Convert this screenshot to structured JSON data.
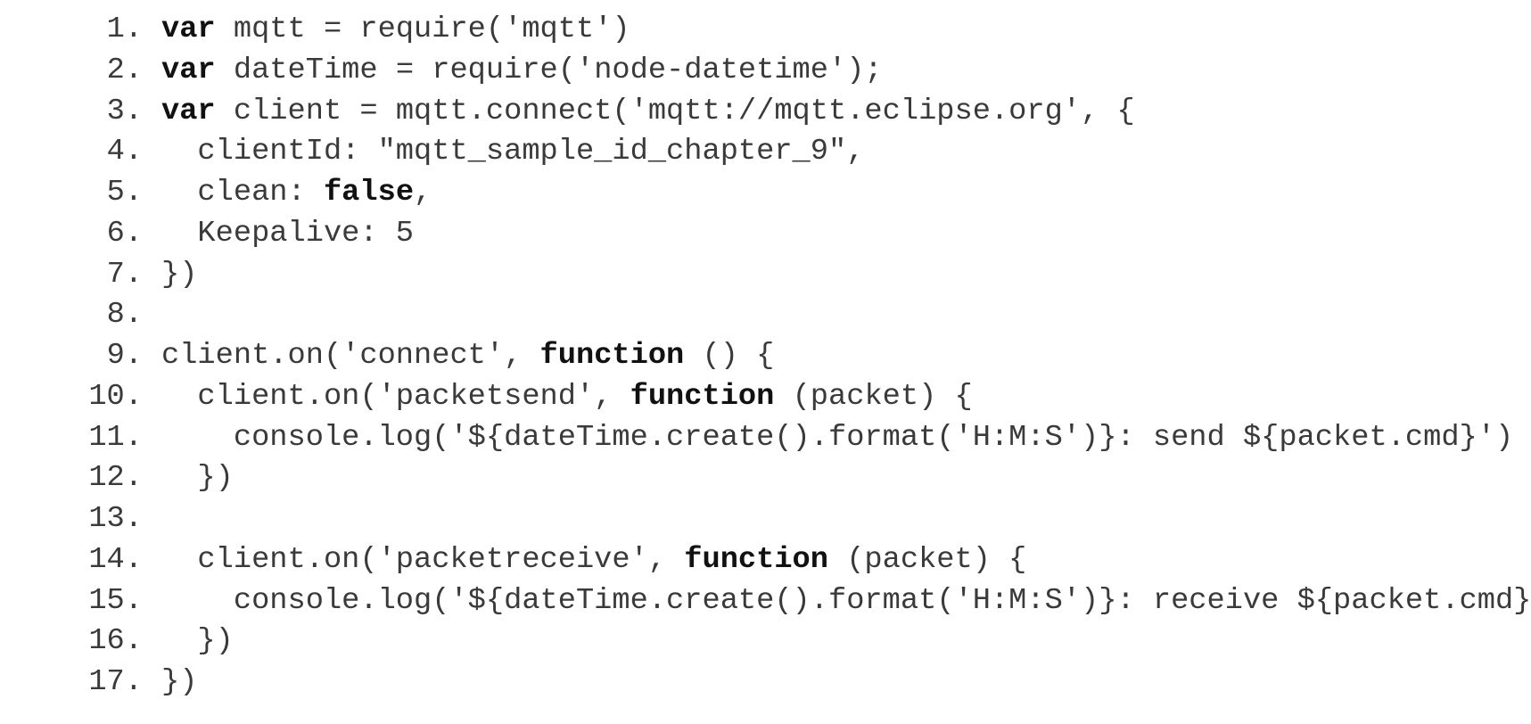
{
  "listing": {
    "lines": [
      {
        "number": "1.",
        "segments": [
          {
            "text": "var",
            "bold": true
          },
          {
            "text": " mqtt = require('mqtt')",
            "bold": false
          }
        ]
      },
      {
        "number": "2.",
        "segments": [
          {
            "text": "var",
            "bold": true
          },
          {
            "text": " dateTime = require('node-datetime');",
            "bold": false
          }
        ]
      },
      {
        "number": "3.",
        "segments": [
          {
            "text": "var",
            "bold": true
          },
          {
            "text": " client = mqtt.connect('mqtt://mqtt.eclipse.org', {",
            "bold": false
          }
        ]
      },
      {
        "number": "4.",
        "segments": [
          {
            "text": "  clientId: \"mqtt_sample_id_chapter_9\",",
            "bold": false
          }
        ]
      },
      {
        "number": "5.",
        "segments": [
          {
            "text": "  clean: ",
            "bold": false
          },
          {
            "text": "false",
            "bold": true
          },
          {
            "text": ",",
            "bold": false
          }
        ]
      },
      {
        "number": "6.",
        "segments": [
          {
            "text": "  Keepalive: 5",
            "bold": false
          }
        ]
      },
      {
        "number": "7.",
        "segments": [
          {
            "text": "})",
            "bold": false
          }
        ]
      },
      {
        "number": "8.",
        "segments": []
      },
      {
        "number": "9.",
        "segments": [
          {
            "text": "client.on('connect', ",
            "bold": false
          },
          {
            "text": "function",
            "bold": true
          },
          {
            "text": " () {",
            "bold": false
          }
        ]
      },
      {
        "number": "10.",
        "segments": [
          {
            "text": "  client.on('packetsend', ",
            "bold": false
          },
          {
            "text": "function",
            "bold": true
          },
          {
            "text": " (packet) {",
            "bold": false
          }
        ]
      },
      {
        "number": "11.",
        "segments": [
          {
            "text": "    console.log('${dateTime.create().format('H:M:S')}: send ${packet.cmd}')",
            "bold": false
          }
        ]
      },
      {
        "number": "12.",
        "segments": [
          {
            "text": "  })",
            "bold": false
          }
        ]
      },
      {
        "number": "13.",
        "segments": []
      },
      {
        "number": "14.",
        "segments": [
          {
            "text": "  client.on('packetreceive', ",
            "bold": false
          },
          {
            "text": "function",
            "bold": true
          },
          {
            "text": " (packet) {",
            "bold": false
          }
        ]
      },
      {
        "number": "15.",
        "segments": [
          {
            "text": "    console.log('${dateTime.create().format('H:M:S')}: receive ${packet.cmd}')",
            "bold": false
          }
        ]
      },
      {
        "number": "16.",
        "segments": [
          {
            "text": "  })",
            "bold": false
          }
        ]
      },
      {
        "number": "17.",
        "segments": [
          {
            "text": "})",
            "bold": false
          }
        ]
      }
    ]
  }
}
